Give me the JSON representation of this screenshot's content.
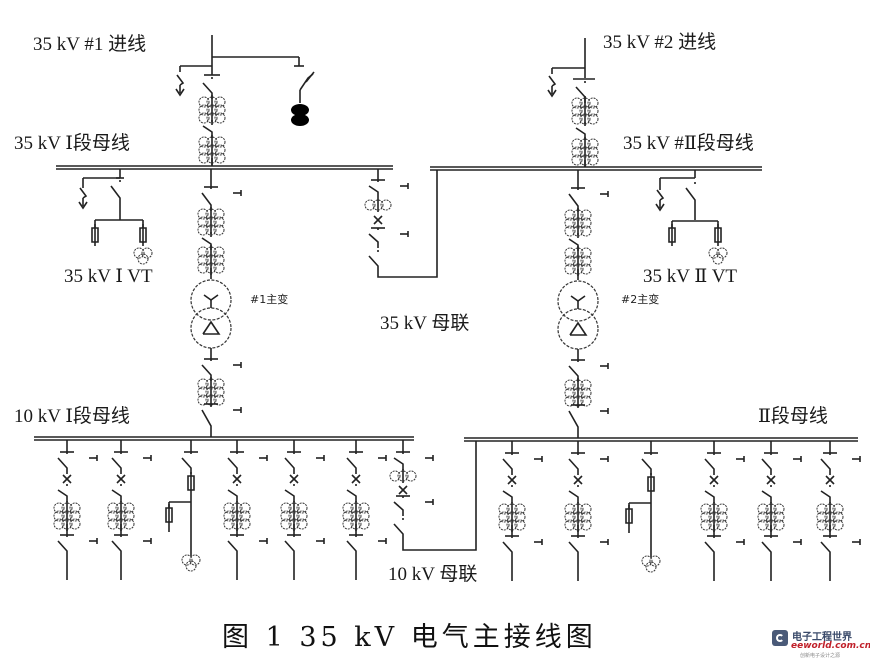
{
  "title": "35 kV 电气主接线图",
  "labels": {
    "incoming_1": "35 kV #1 进线",
    "incoming_2": "35 kV #2 进线",
    "bus_35_1": "35 kV  Ⅰ段母线",
    "bus_35_2": "35 kV #Ⅱ段母线",
    "vt_35_1": "35 kV Ⅰ VT",
    "vt_35_2": "35 kV Ⅱ VT",
    "transformer_1": "#1主变",
    "transformer_2": "#2主变",
    "bus_tie_35": "35 kV 母联",
    "bus_10_1": "10 kV  Ⅰ段母线",
    "bus_10_2": "Ⅱ段母线",
    "bus_tie_10": "10 kV 母联"
  },
  "caption": "图 1   35 kV 电气主接线图",
  "watermark": {
    "name_cn": "电子工程世界",
    "domain": "eeworld.com.cn",
    "slogan": "创新电子设计之源"
  },
  "components": {
    "bus_10_1_feeders": [
      "feeder",
      "feeder",
      "vt",
      "feeder",
      "feeder",
      "feeder",
      "bus-tie"
    ],
    "bus_10_2_feeders": [
      "feeder",
      "feeder",
      "vt",
      "feeder",
      "feeder",
      "feeder"
    ]
  }
}
